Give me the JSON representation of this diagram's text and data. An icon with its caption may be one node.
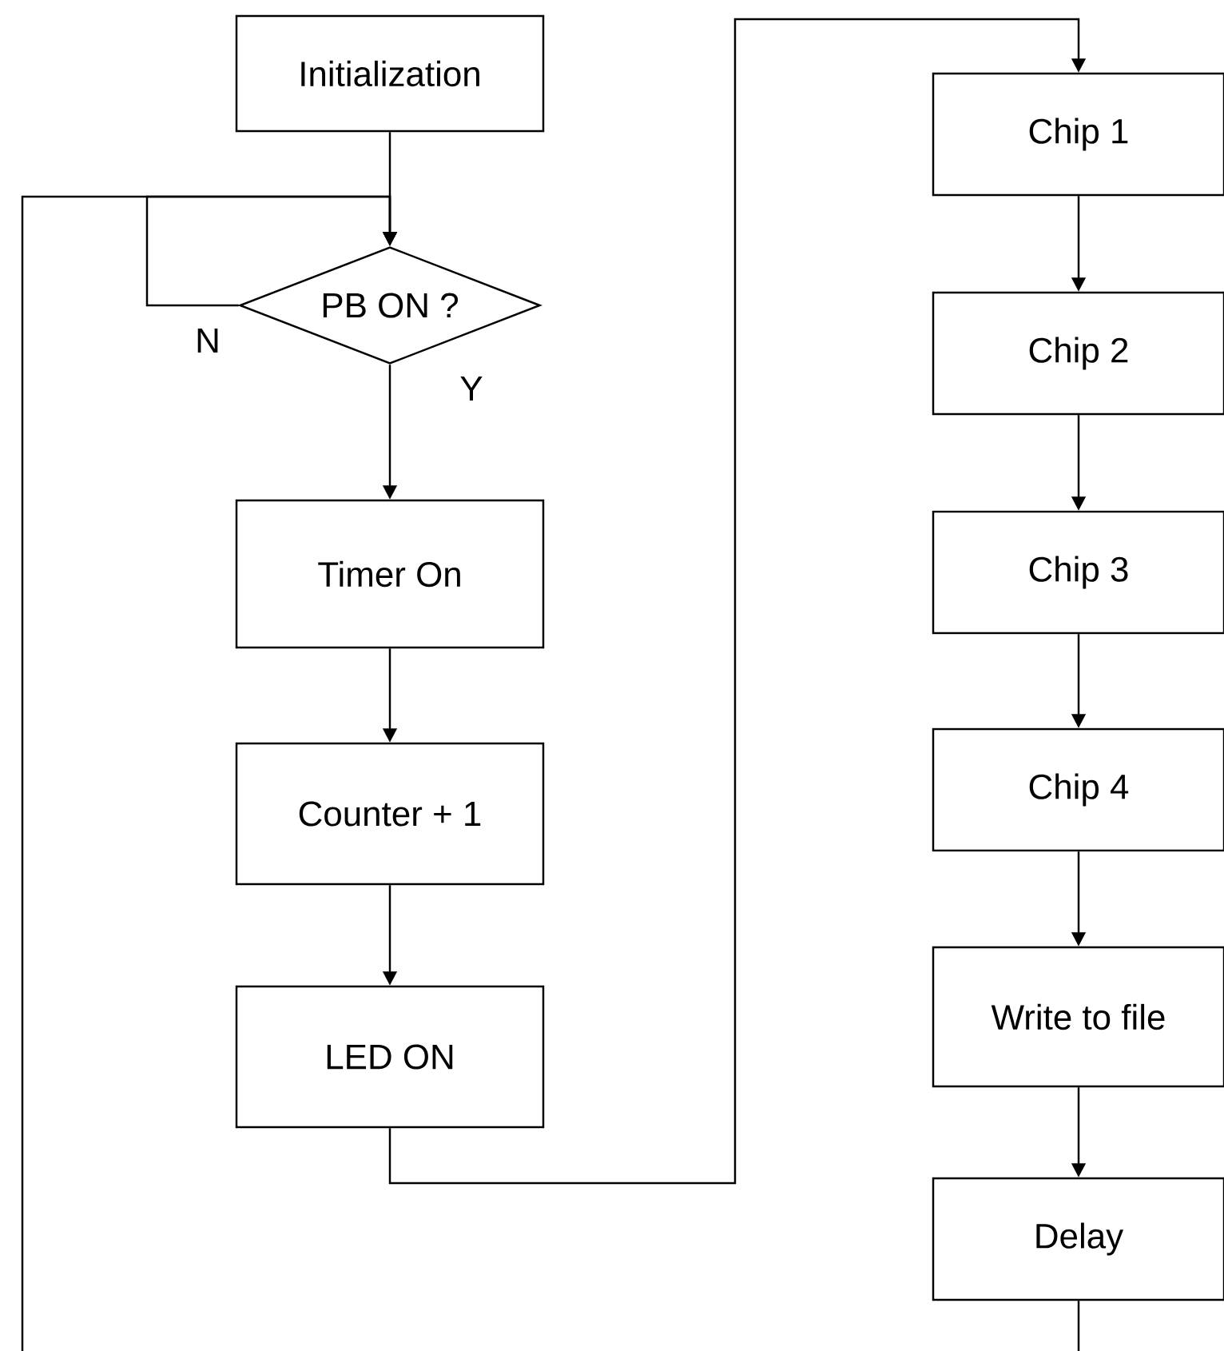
{
  "diagram": {
    "nodes": [
      {
        "text": [
          "Initialization"
        ]
      },
      {
        "text": [
          "PB ON ?"
        ]
      },
      {
        "text": [
          "Timer On"
        ]
      },
      {
        "text": [
          "Counter + 1"
        ]
      },
      {
        "text": [
          "LED ON"
        ]
      },
      {
        "text": [
          "Chip 1"
        ]
      },
      {
        "text": [
          "Chip 2"
        ]
      },
      {
        "text": [
          "Chip 3"
        ]
      },
      {
        "text": [
          "Chip 4"
        ]
      },
      {
        "text": [
          "Write to file"
        ]
      },
      {
        "text": [
          "Delay"
        ]
      }
    ],
    "edges": [
      {
        "from": 0,
        "to": 1,
        "arrow": "to"
      },
      {
        "from": 1,
        "to": 1,
        "arrow": "to",
        "label": "N"
      },
      {
        "from": null,
        "to": 1,
        "arrow": "to"
      },
      {
        "from": 1,
        "to": 2,
        "arrow": "to",
        "label": "Y"
      },
      {
        "from": 2,
        "to": 3,
        "arrow": "to"
      },
      {
        "from": 3,
        "to": 4,
        "arrow": "to"
      },
      {
        "from": 4,
        "to": 5,
        "arrow": "to"
      },
      {
        "from": 5,
        "to": 6,
        "arrow": "to"
      },
      {
        "from": 6,
        "to": 7,
        "arrow": "to"
      },
      {
        "from": 7,
        "to": 8,
        "arrow": "to"
      },
      {
        "from": 8,
        "to": 9,
        "arrow": "to"
      },
      {
        "from": 9,
        "to": 10,
        "arrow": "to"
      },
      {
        "from": 10,
        "to": null,
        "arrow": "none"
      }
    ]
  }
}
